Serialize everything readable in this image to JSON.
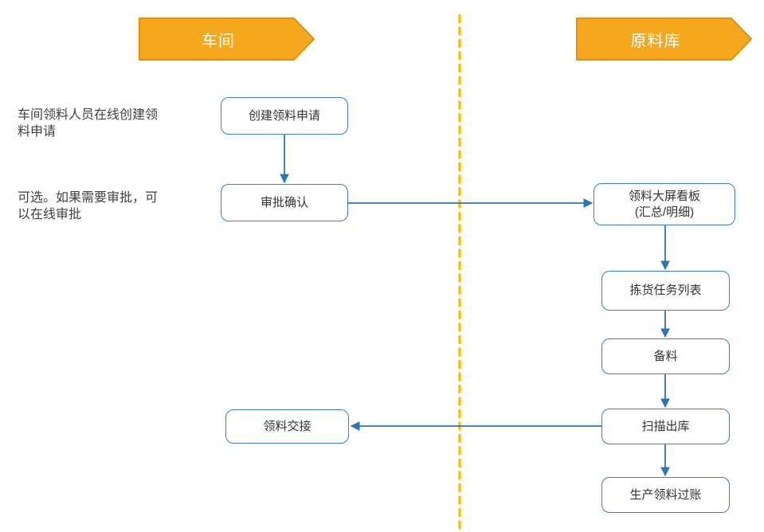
{
  "diagram": {
    "title_hint": "material requisition cross-lane flowchart",
    "lanes": [
      {
        "id": "workshop",
        "label": "车间"
      },
      {
        "id": "warehouse",
        "label": "原料库"
      }
    ],
    "notes": [
      {
        "id": "note-create",
        "text": "车间领料人员在线创建领\n料申请"
      },
      {
        "id": "note-approval",
        "text": "可选。如果需要审批，可\n以在线审批"
      }
    ],
    "nodes": [
      {
        "id": "create-request",
        "lane": "workshop",
        "label": "创建领料申请"
      },
      {
        "id": "approval-confirm",
        "lane": "workshop",
        "label": "审批确认"
      },
      {
        "id": "dashboard",
        "lane": "warehouse",
        "label": "领料大屏看板\n(汇总/明细)"
      },
      {
        "id": "picking-task-list",
        "lane": "warehouse",
        "label": "拣货任务列表"
      },
      {
        "id": "material-prep",
        "lane": "warehouse",
        "label": "备料"
      },
      {
        "id": "scan-outbound",
        "lane": "warehouse",
        "label": "扫描出库"
      },
      {
        "id": "posting",
        "lane": "warehouse",
        "label": "生产领料过账"
      },
      {
        "id": "handover",
        "lane": "workshop",
        "label": "领料交接"
      }
    ],
    "edges": [
      {
        "from": "create-request",
        "to": "approval-confirm"
      },
      {
        "from": "approval-confirm",
        "to": "dashboard"
      },
      {
        "from": "dashboard",
        "to": "picking-task-list"
      },
      {
        "from": "picking-task-list",
        "to": "material-prep"
      },
      {
        "from": "material-prep",
        "to": "scan-outbound"
      },
      {
        "from": "scan-outbound",
        "to": "handover"
      },
      {
        "from": "scan-outbound",
        "to": "posting"
      }
    ],
    "colors": {
      "lane_header_fill": "#F5A81D",
      "lane_header_border": "#E0920E",
      "lane_header_text": "#FFFFFF",
      "node_border": "#3D7EC7",
      "node_fill": "#FFFFFF",
      "node_text": "#333333",
      "arrow": "#2E75B6",
      "divider": "#FFC000",
      "note_text": "#404040"
    }
  }
}
